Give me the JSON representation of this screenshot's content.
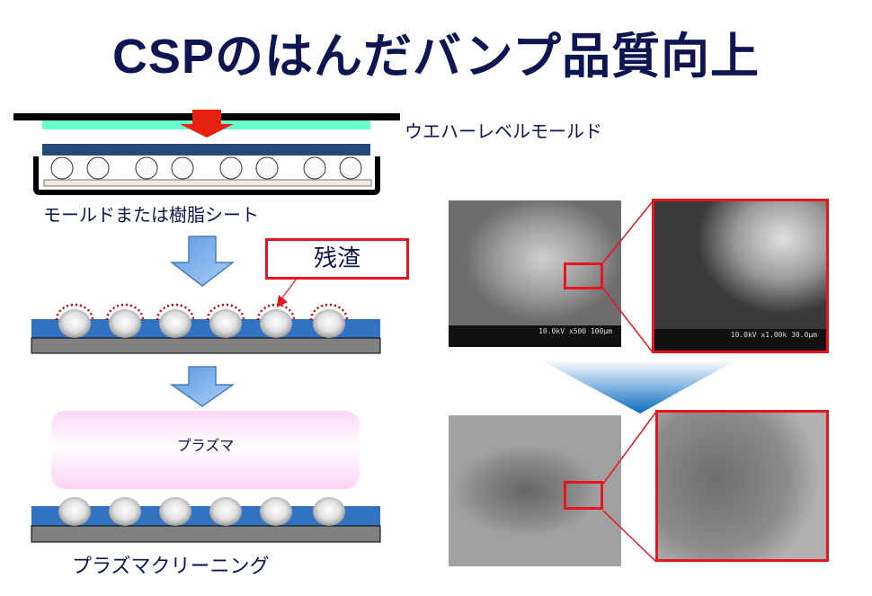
{
  "title": "CSPのはんだバンプ品質向上",
  "labels": {
    "wafer_level_mold": "ウエハーレベルモールド",
    "mold_or_resin_sheet": "モールドまたは樹脂シート",
    "residue": "残渣",
    "plasma": "プラズマ",
    "plasma_cleaning": "プラズマクリーニング"
  },
  "sem_images": {
    "before_overview": {
      "caption": "10.0kV  x500  100μm"
    },
    "before_zoom": {
      "caption": "10.0kV  x1.00k  30.0μm"
    },
    "after_overview": {
      "caption": ""
    },
    "after_zoom": {
      "caption": ""
    }
  },
  "colors": {
    "title": "#0d1650",
    "highlight_red": "#e8141e",
    "substrate_blue": "#3272c2",
    "base_gray": "#808080",
    "mold_teal": "#66ffcc",
    "mold_navy": "#244a7c",
    "plasma_pink": "#ffd6f5"
  }
}
